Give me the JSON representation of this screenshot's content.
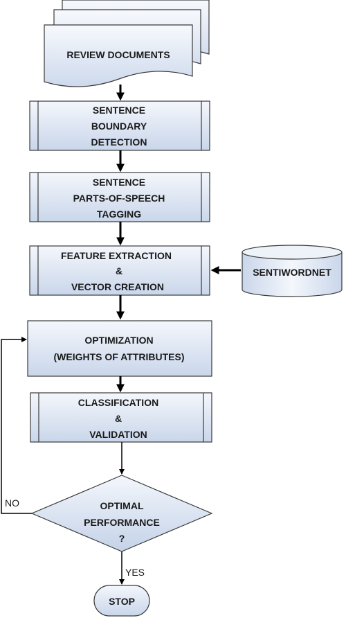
{
  "colors": {
    "box_fill_top": "#f4f7fc",
    "box_fill_bottom": "#c9d6ea",
    "stroke": "#3a3a3a",
    "text": "#1a1a1a",
    "arrow": "#000000"
  },
  "nodes": {
    "review_documents": {
      "lines": [
        "REVIEW DOCUMENTS"
      ]
    },
    "sentence_boundary_detection": {
      "lines": [
        "SENTENCE",
        "BOUNDARY",
        "DETECTION"
      ]
    },
    "pos_tagging": {
      "lines": [
        "SENTENCE",
        "PARTS-OF-SPEECH",
        "TAGGING"
      ]
    },
    "feature_extraction": {
      "lines": [
        "FEATURE EXTRACTION",
        "&",
        "VECTOR CREATION"
      ]
    },
    "sentiwordnet": {
      "lines": [
        "SENTIWORDNET"
      ]
    },
    "optimization": {
      "lines": [
        "OPTIMIZATION",
        "(WEIGHTS OF ATTRIBUTES)"
      ]
    },
    "classification_validation": {
      "lines": [
        "CLASSIFICATION",
        "&",
        "VALIDATION"
      ]
    },
    "optimal_performance": {
      "lines": [
        "OPTIMAL",
        "PERFORMANCE",
        "?"
      ]
    },
    "stop": {
      "lines": [
        "STOP"
      ]
    }
  },
  "edge_labels": {
    "no": "NO",
    "yes": "YES"
  }
}
